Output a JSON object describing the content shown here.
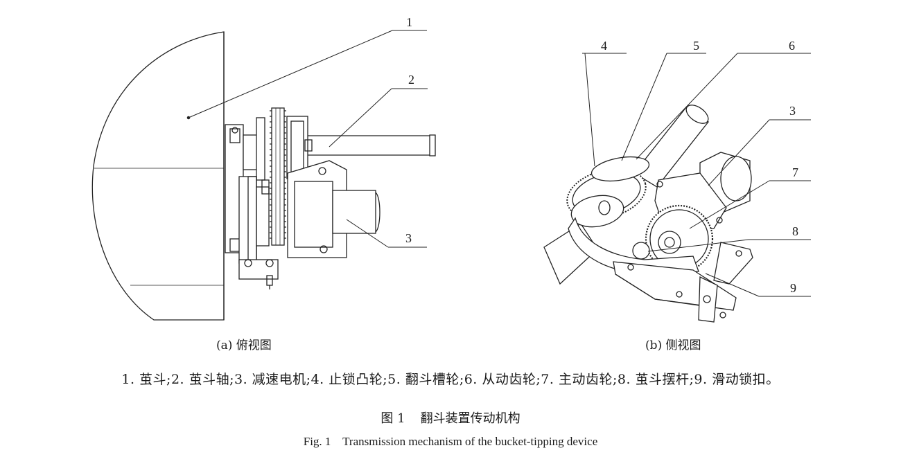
{
  "callouts_a": [
    "1",
    "2",
    "3"
  ],
  "callouts_b": [
    "4",
    "5",
    "6",
    "3",
    "7",
    "8",
    "9"
  ],
  "subcaption_a": "(a) 俯视图",
  "subcaption_b": "(b) 侧视图",
  "legend": "1. 茧斗;2. 茧斗轴;3. 减速电机;4. 止锁凸轮;5. 翻斗槽轮;6. 从动齿轮;7. 主动齿轮;8. 茧斗摆杆;9. 滑动锁扣。",
  "figure_number": "图 1",
  "figure_title_cn": "翻斗装置传动机构",
  "figure_title_en": "Fig. 1    Transmission mechanism of the bucket-tipping device"
}
